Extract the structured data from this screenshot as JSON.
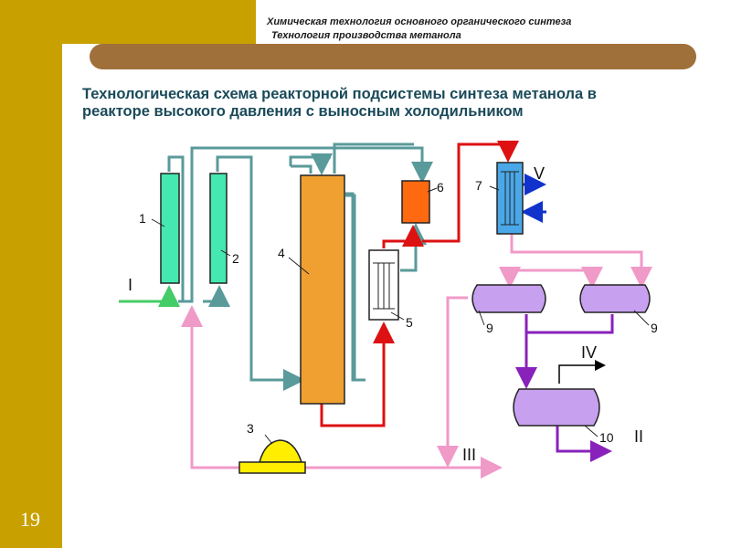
{
  "slide": {
    "number": "19",
    "header_line1": "Химическая технология основного органического синтеза",
    "header_line2": "Технология производства метанола",
    "title": "Технологическая схема реакторной подсистемы синтеза метанола в реакторе высокого давления с выносным холодильником"
  },
  "diagram": {
    "unit_labels": [
      "1",
      "2",
      "3",
      "4",
      "5",
      "6",
      "7",
      "9",
      "9",
      "10"
    ],
    "stream_labels": [
      "I",
      "II",
      "III",
      "IV",
      "V"
    ],
    "colors": {
      "line_teal": "#5a9a9a",
      "line_green": "#44cc66",
      "line_red": "#dd1111",
      "line_pink": "#f09ac8",
      "line_purple": "#8822bb",
      "line_blue": "#1133cc",
      "adsorber_fill": "#44e8b0",
      "reactor_fill": "#f0a030",
      "heater_fill": "#ff6a10",
      "cooler_fill": "#4aa8e8",
      "separator_fill": "#c8a0f0",
      "pump_fill": "#ffee00"
    }
  }
}
